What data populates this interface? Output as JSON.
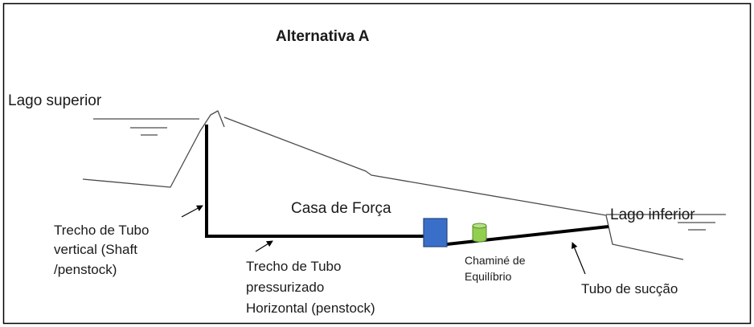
{
  "diagram": {
    "title": "Alternativa A",
    "labels": {
      "upper_lake": "Lago superior",
      "lower_lake": "Lago inferior",
      "powerhouse": "Casa de Força",
      "vertical_shaft": [
        "Trecho de Tubo",
        "vertical (Shaft",
        "/penstock)"
      ],
      "horizontal_penstock": [
        "Trecho de Tubo",
        "pressurizado",
        "Horizontal (penstock)"
      ],
      "surge_chamber": [
        "Chaminé de",
        "Equilíbrio"
      ],
      "draft_tube": "Tubo de sucção"
    },
    "colors": {
      "border": "#000000",
      "terrain": "#4a4a4a",
      "pipe": "#000000",
      "powerhouse_fill": "#3a6fc9",
      "powerhouse_stroke": "#23467e",
      "surge_chamber_fill": "#92cf50",
      "surge_chamber_stroke": "#5d8d2d"
    }
  }
}
